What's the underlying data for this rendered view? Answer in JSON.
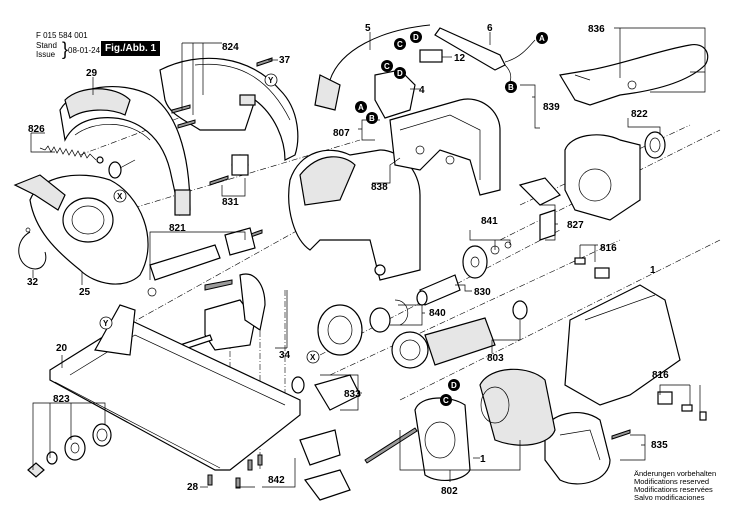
{
  "header": {
    "part_number": "F 015 584 001",
    "stand_label": "Stand",
    "issue_label": "Issue",
    "date": "08-01-24",
    "figure_label": "Fig./Abb. 1"
  },
  "callouts": {
    "p1a": "1",
    "p1b": "1",
    "p4": "4",
    "p5": "5",
    "p6": "6",
    "p12": "12",
    "p20": "20",
    "p25": "25",
    "p28": "28",
    "p29": "29",
    "p32": "32",
    "p34": "34",
    "p37": "37",
    "p802": "802",
    "p803": "803",
    "p807": "807",
    "p816a": "816",
    "p816b": "816",
    "p821": "821",
    "p822": "822",
    "p823": "823",
    "p824": "824",
    "p826": "826",
    "p827": "827",
    "p830": "830",
    "p831": "831",
    "p833": "833",
    "p835": "835",
    "p836": "836",
    "p838": "838",
    "p839": "839",
    "p840": "840",
    "p841": "841",
    "p842": "842"
  },
  "connection_refs": {
    "a": "A",
    "b": "B",
    "c": "C",
    "d": "D",
    "x": "X",
    "y": "Y"
  },
  "footer": {
    "lines": [
      "Änderungen vorbehalten",
      "Modifications reserved",
      "Modifications reservées",
      "Salvo modificaciones"
    ]
  }
}
